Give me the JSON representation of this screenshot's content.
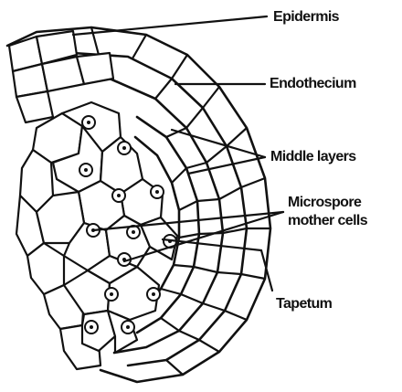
{
  "labels": {
    "epidermis": "Epidermis",
    "endothecium": "Endothecium",
    "middle_layers": "Middle layers",
    "microspore_line1": "Microspore",
    "microspore_line2": "mother cells",
    "tapetum": "Tapetum"
  },
  "colors": {
    "ink": "#111111",
    "paper": "#ffffff"
  }
}
